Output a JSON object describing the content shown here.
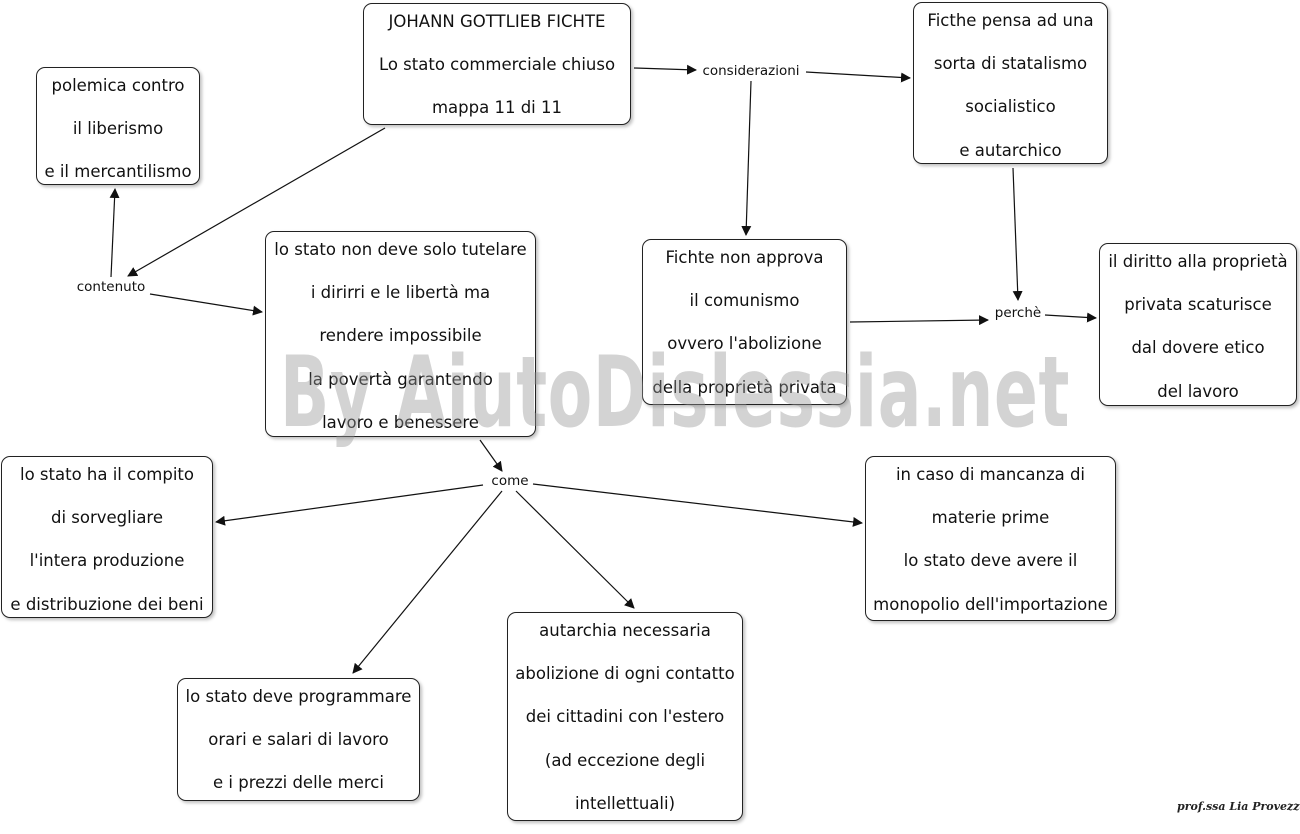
{
  "nodes": {
    "title": [
      "JOHANN GOTTLIEB FICHTE",
      "Lo stato commerciale chiuso",
      "mappa 11 di  11"
    ],
    "polemica": [
      "polemica contro",
      "il liberismo",
      "e il mercantilismo"
    ],
    "statalismo": [
      "Ficthe pensa ad una",
      "sorta di statalismo",
      "socialistico",
      "e autarchico"
    ],
    "tutelare": [
      "lo stato non deve solo tutelare",
      "i dirirri e le libertà  ma",
      "rendere impossibile",
      "la povertà garantendo",
      "lavoro e benessere"
    ],
    "comunismo": [
      "Fichte non approva",
      "il comunismo",
      "ovvero l'abolizione",
      "della proprietà privata"
    ],
    "diritto": [
      "il diritto alla proprietà",
      "privata scaturisce",
      "dal dovere etico",
      "del lavoro"
    ],
    "sorvegliare": [
      "lo stato ha il compito",
      "di sorvegliare",
      "l'intera produzione",
      "e distribuzione dei beni"
    ],
    "importazione": [
      "in caso di mancanza di",
      "materie prime",
      "lo stato deve avere il",
      "monopolio dell'importazione"
    ],
    "programmare": [
      "lo stato deve programmare",
      "orari e salari di lavoro",
      "e i prezzi delle merci"
    ],
    "autarchia": [
      "autarchia necessaria",
      "abolizione di ogni contatto",
      "dei cittadini con l'estero",
      " (ad eccezione degli",
      "intellettuali)"
    ]
  },
  "links": {
    "considerazioni": "considerazioni",
    "contenuto": "contenuto",
    "perche": "perchè",
    "come": "come"
  },
  "watermark": "By AiutoDislessia.net",
  "signature": "prof.ssa Lia Provezza"
}
